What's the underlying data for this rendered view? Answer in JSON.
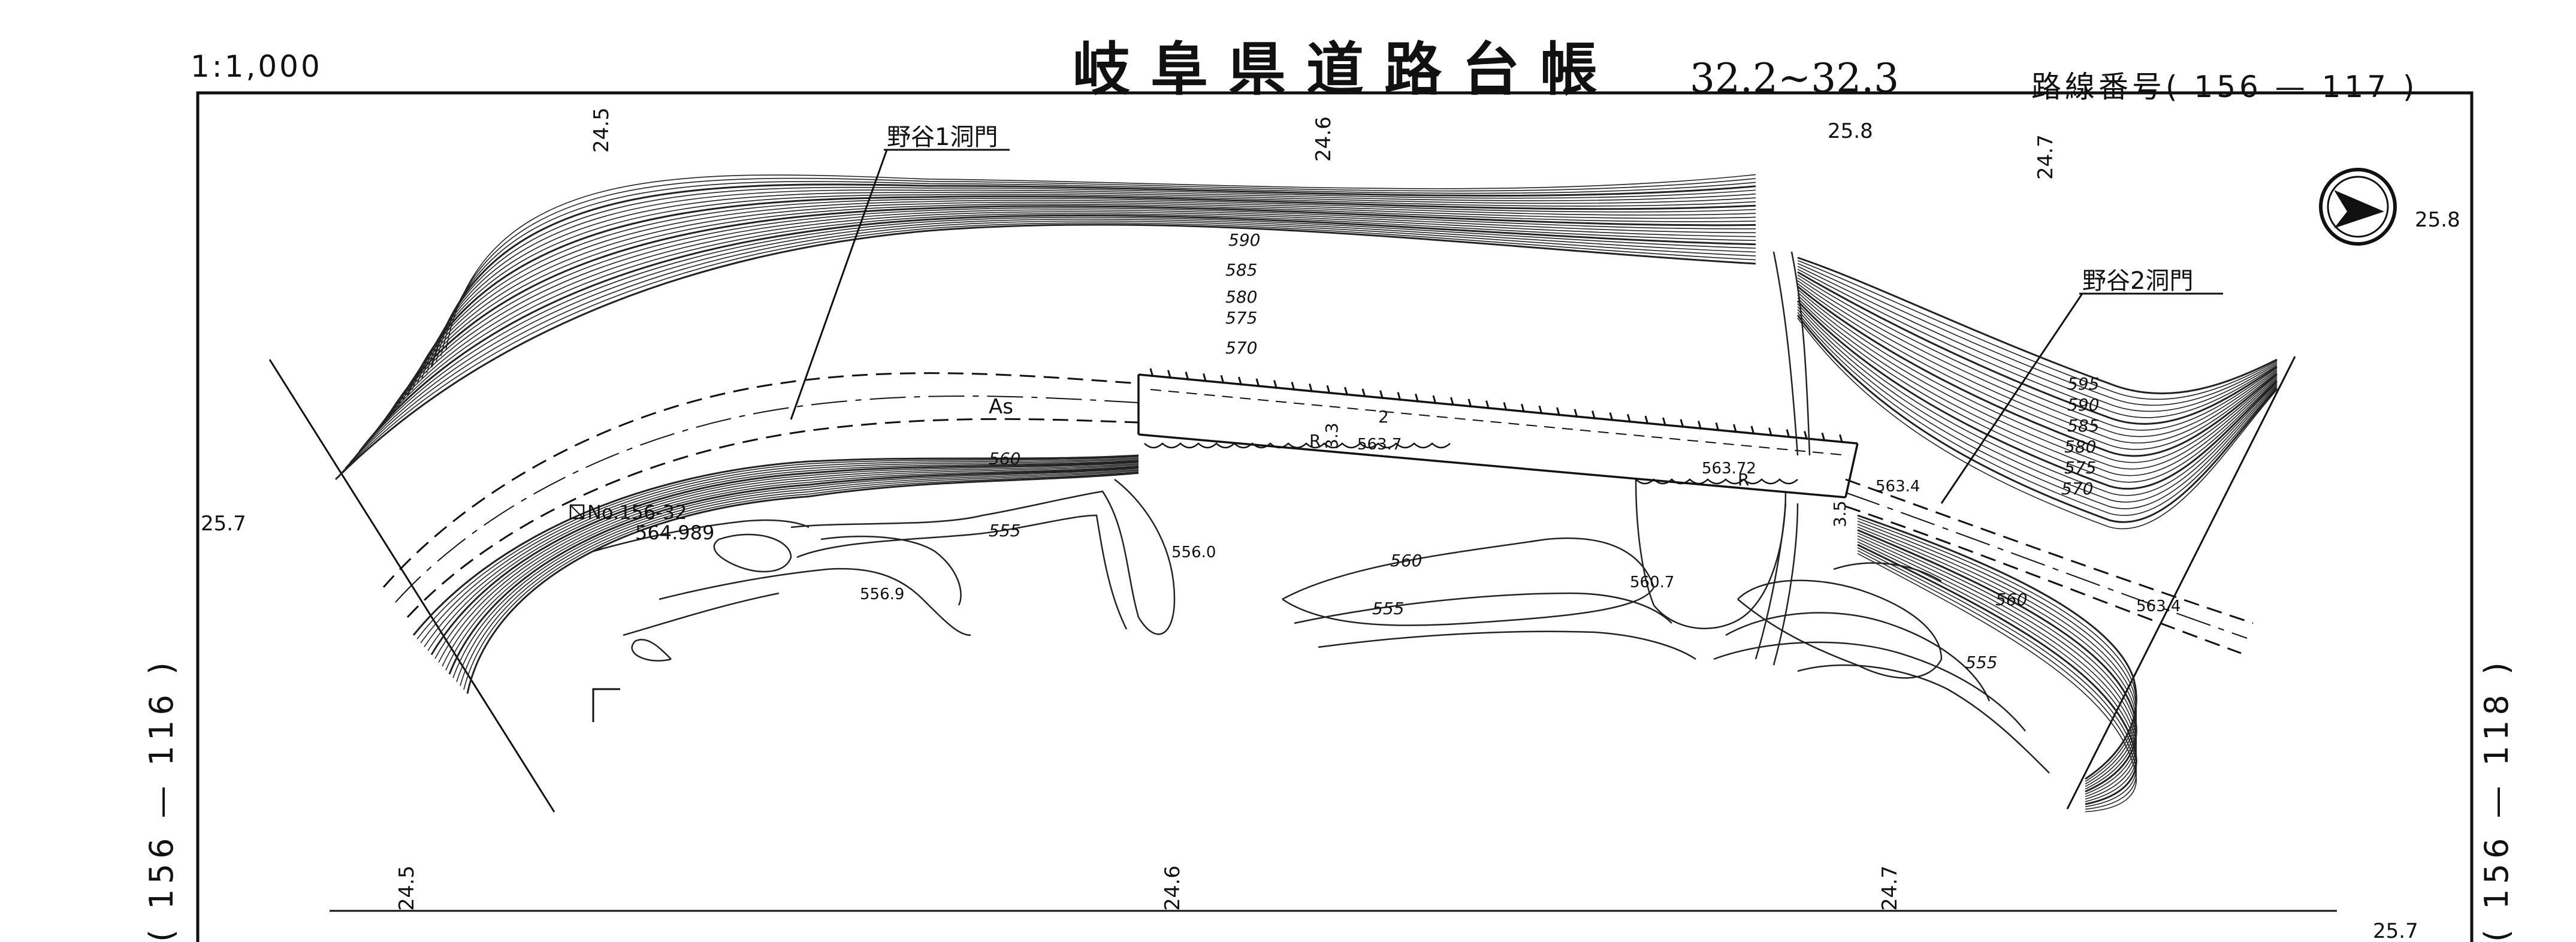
{
  "header": {
    "scale": "1:1,000",
    "title": "岐阜県道路台帳",
    "chainage_range": "32.2~32.3",
    "route_number": "路線番号( 156 — 117 )"
  },
  "adjacent_sheets": {
    "left": "( 156 — 116 )",
    "right": "( 156 — 118 )"
  },
  "north_arrow": "north-arrow-icon",
  "map": {
    "top_grid_labels": [
      "24.5",
      "24.6",
      "25.8",
      "24.7"
    ],
    "bottom_grid_labels": [
      "24.5",
      "24.6",
      "24.7",
      "25.7"
    ],
    "side_grid_labels": [
      "25.7",
      "25.8"
    ],
    "structures": [
      "野谷1洞門",
      "野谷2洞門"
    ],
    "contour_labels": [
      "590",
      "585",
      "580",
      "575",
      "570",
      "560",
      "555",
      "560",
      "555",
      "560",
      "555",
      "595",
      "590",
      "585",
      "580",
      "575",
      "570"
    ],
    "benchmark": {
      "id": "No.156-32",
      "elevation": "564.989"
    },
    "spot_elevations": [
      "556.0",
      "556.9",
      "560.7",
      "563.7",
      "563.72",
      "563.4",
      "563.4"
    ],
    "surface": "As",
    "small_labels": [
      "2",
      "R",
      "R",
      "3.3",
      "3.5"
    ]
  }
}
